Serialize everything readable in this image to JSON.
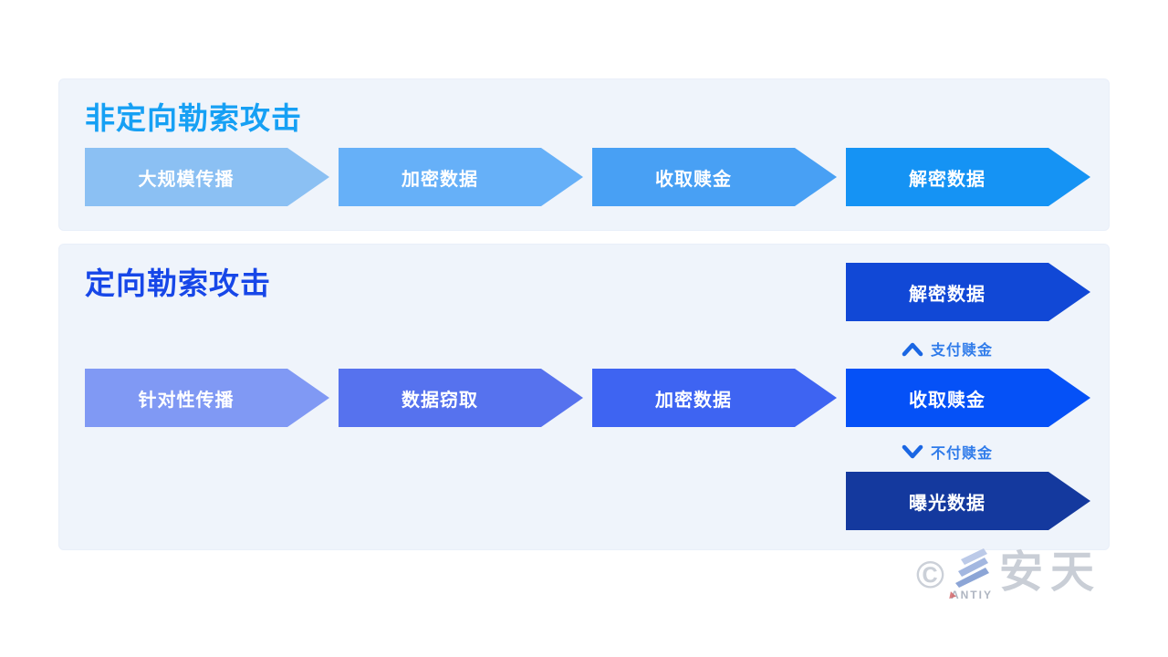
{
  "page": {
    "background": "#FFFFFF",
    "panel_background": "#EFF4FB"
  },
  "sections": [
    {
      "title": "非定向勒索攻击",
      "title_color": "#16A0F4",
      "steps": [
        {
          "label": "大规模传播",
          "color": "#8BC0F3"
        },
        {
          "label": "加密数据",
          "color": "#66B0F8"
        },
        {
          "label": "收取赎金",
          "color": "#48A0F4"
        },
        {
          "label": "解密数据",
          "color": "#1593F4"
        }
      ]
    },
    {
      "title": "定向勒索攻击",
      "title_color": "#1747E8",
      "steps": [
        {
          "label": "针对性传播",
          "color": "#8099F4"
        },
        {
          "label": "数据窃取",
          "color": "#5672EE"
        },
        {
          "label": "加密数据",
          "color": "#3E64F2"
        },
        {
          "label": "收取赎金",
          "color": "#0551F7"
        }
      ],
      "branches": [
        {
          "condition": "支付赎金",
          "direction": "up",
          "result": "解密数据",
          "color": "#1148D6"
        },
        {
          "condition": "不付赎金",
          "direction": "down",
          "result": "曝光数据",
          "color": "#14399E"
        }
      ],
      "branch_label_color": "#2F7BEA",
      "branch_chevron_color": "#1A66E3"
    }
  ],
  "watermark": {
    "copyright_symbol": "©",
    "brand_en": "ANTIY",
    "brand_cn": "安天"
  }
}
